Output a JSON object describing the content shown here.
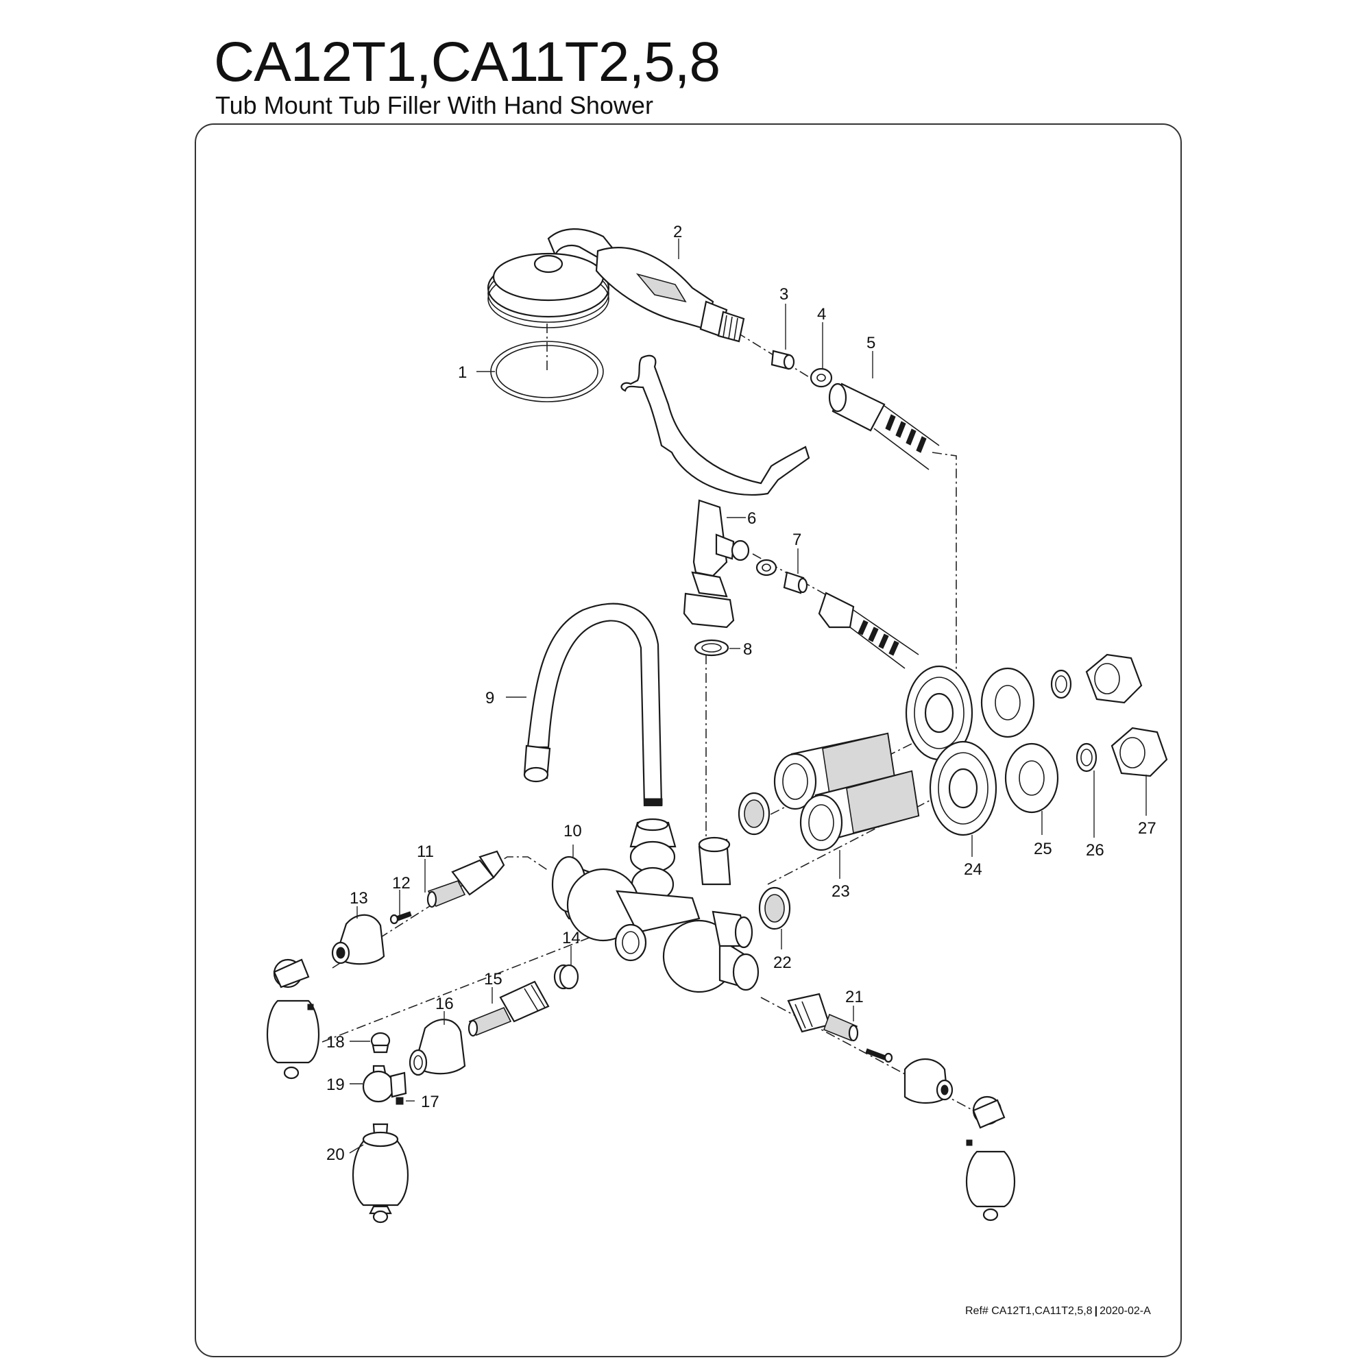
{
  "header": {
    "title": "CA12T1,CA11T2,5,8",
    "subtitle": "Tub Mount Tub Filler With Hand Shower"
  },
  "footer": {
    "ref_prefix": "Ref# CA12T1,CA11T2,5,8",
    "separator": "|",
    "ref_code": "2020-02-A"
  },
  "callouts": [
    "1",
    "2",
    "3",
    "4",
    "5",
    "6",
    "7",
    "8",
    "9",
    "10",
    "11",
    "12",
    "13",
    "14",
    "15",
    "16",
    "17",
    "18",
    "19",
    "20",
    "21",
    "22",
    "23",
    "24",
    "25",
    "26",
    "27"
  ]
}
